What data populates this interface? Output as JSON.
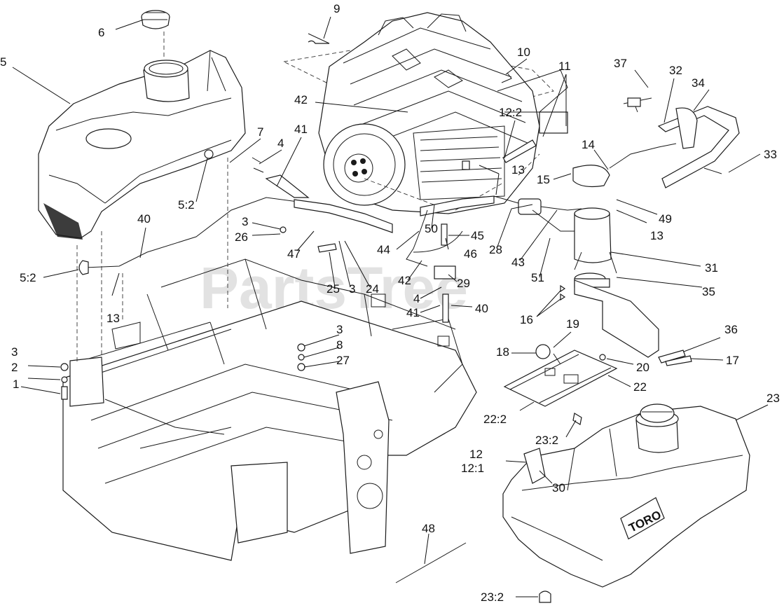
{
  "watermark": "PartsTree",
  "toro_logo": "TORO",
  "callouts": [
    {
      "id": "c9",
      "text": "9"
    },
    {
      "id": "c6",
      "text": "6"
    },
    {
      "id": "c10",
      "text": "10"
    },
    {
      "id": "c11",
      "text": "11"
    },
    {
      "id": "c37",
      "text": "37"
    },
    {
      "id": "c32",
      "text": "32"
    },
    {
      "id": "c34",
      "text": "34"
    },
    {
      "id": "c5",
      "text": "5"
    },
    {
      "id": "c42a",
      "text": "42"
    },
    {
      "id": "c12_2",
      "text": "12:2"
    },
    {
      "id": "c7",
      "text": "7"
    },
    {
      "id": "c41a",
      "text": "41"
    },
    {
      "id": "c4a",
      "text": "4"
    },
    {
      "id": "c14",
      "text": "14"
    },
    {
      "id": "c33",
      "text": "33"
    },
    {
      "id": "c13a",
      "text": "13"
    },
    {
      "id": "c15",
      "text": "15"
    },
    {
      "id": "c5_2a",
      "text": "5:2"
    },
    {
      "id": "c49",
      "text": "49"
    },
    {
      "id": "c40a",
      "text": "40"
    },
    {
      "id": "c3a",
      "text": "3"
    },
    {
      "id": "c26",
      "text": "26"
    },
    {
      "id": "c50",
      "text": "50"
    },
    {
      "id": "c45",
      "text": "45"
    },
    {
      "id": "c13b",
      "text": "13"
    },
    {
      "id": "c44",
      "text": "44"
    },
    {
      "id": "c47",
      "text": "47"
    },
    {
      "id": "c46",
      "text": "46"
    },
    {
      "id": "c28",
      "text": "28"
    },
    {
      "id": "c43",
      "text": "43"
    },
    {
      "id": "c5_2b",
      "text": "5:2"
    },
    {
      "id": "c31",
      "text": "31"
    },
    {
      "id": "c42b",
      "text": "42"
    },
    {
      "id": "c29",
      "text": "29"
    },
    {
      "id": "c51",
      "text": "51"
    },
    {
      "id": "c25",
      "text": "25"
    },
    {
      "id": "c3b",
      "text": "3"
    },
    {
      "id": "c24",
      "text": "24"
    },
    {
      "id": "c35",
      "text": "35"
    },
    {
      "id": "c4b",
      "text": "4"
    },
    {
      "id": "c13c",
      "text": "13"
    },
    {
      "id": "c41b",
      "text": "41"
    },
    {
      "id": "c40b",
      "text": "40"
    },
    {
      "id": "c16",
      "text": "16"
    },
    {
      "id": "c19",
      "text": "19"
    },
    {
      "id": "c3c",
      "text": "3"
    },
    {
      "id": "c36",
      "text": "36"
    },
    {
      "id": "c8",
      "text": "8"
    },
    {
      "id": "c3d",
      "text": "3"
    },
    {
      "id": "c18",
      "text": "18"
    },
    {
      "id": "c27",
      "text": "27"
    },
    {
      "id": "c17",
      "text": "17"
    },
    {
      "id": "c2",
      "text": "2"
    },
    {
      "id": "c20",
      "text": "20"
    },
    {
      "id": "c22a",
      "text": "22"
    },
    {
      "id": "c1",
      "text": "1"
    },
    {
      "id": "c23a",
      "text": "23"
    },
    {
      "id": "c22_2",
      "text": "22:2"
    },
    {
      "id": "c23_2a",
      "text": "23:2"
    },
    {
      "id": "c12",
      "text": "12"
    },
    {
      "id": "c12_1",
      "text": "12:1"
    },
    {
      "id": "c30",
      "text": "30"
    },
    {
      "id": "c48",
      "text": "48"
    },
    {
      "id": "c23_2b",
      "text": "23:2"
    }
  ]
}
